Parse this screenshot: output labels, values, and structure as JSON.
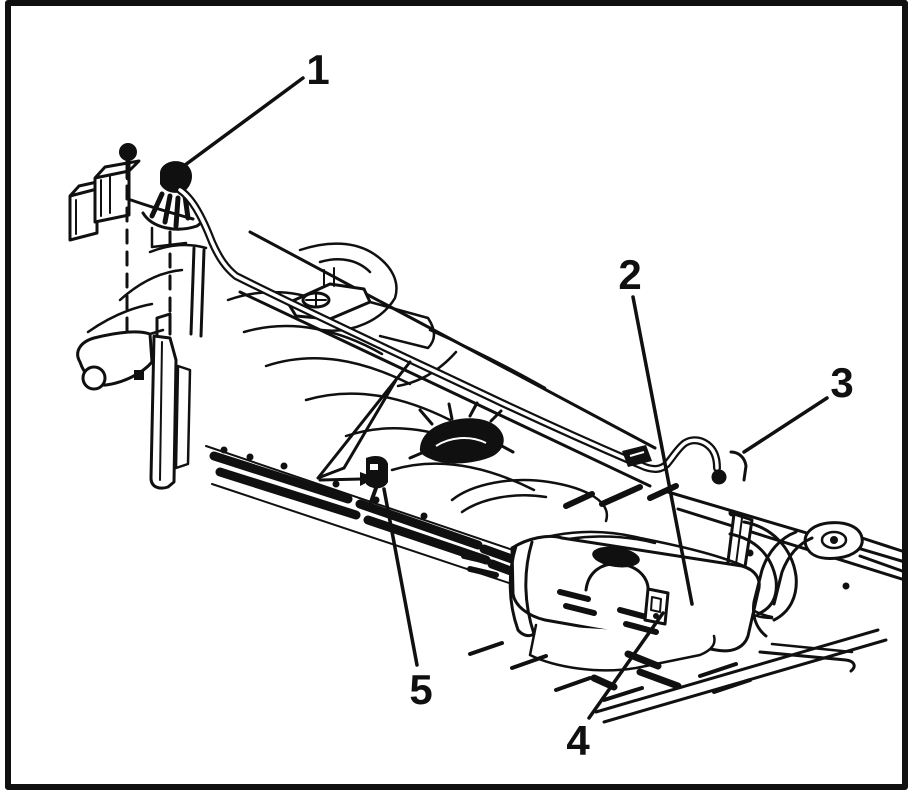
{
  "callouts": [
    {
      "label": "1"
    },
    {
      "label": "2"
    },
    {
      "label": "3"
    },
    {
      "label": "4"
    },
    {
      "label": "5"
    }
  ],
  "colors": {
    "ink": "#101010",
    "paper": "#ffffff"
  }
}
